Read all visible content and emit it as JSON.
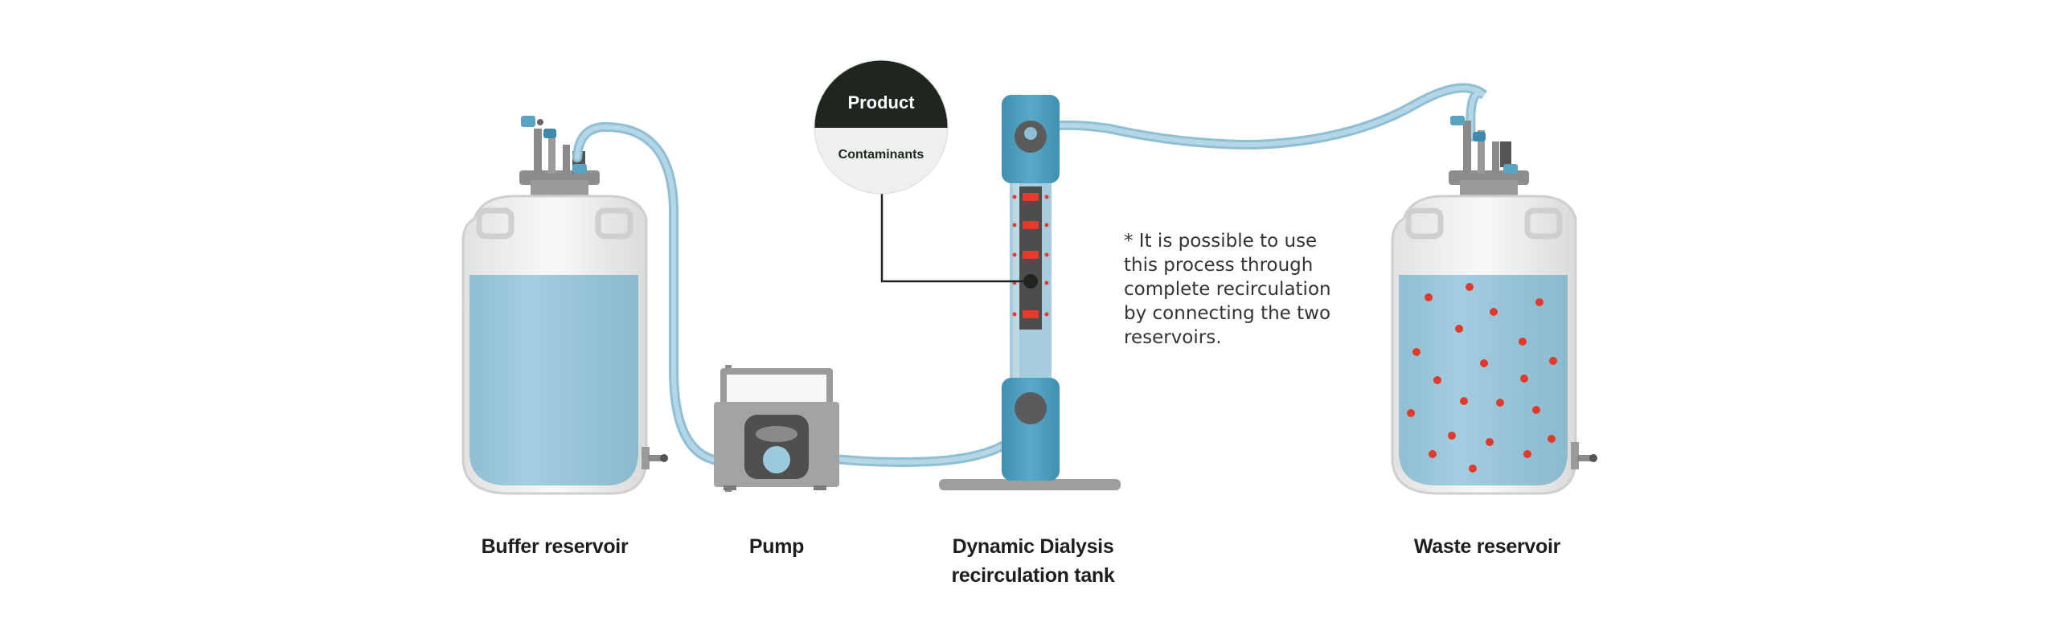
{
  "callout": {
    "product": "Product",
    "contaminants": "Contaminants"
  },
  "note": {
    "lines": [
      "* It is possible to use",
      "this process through",
      "complete recirculation",
      "by connecting the two",
      "reservoirs."
    ]
  },
  "labels": {
    "buffer_reservoir": "Buffer reservoir",
    "pump": "Pump",
    "tank_line1": "Dynamic Dialysis",
    "tank_line2": "recirculation tank",
    "waste_reservoir": "Waste reservoir"
  },
  "colors": {
    "liquid": "#9dc9dc",
    "tube": "#a9cfe0",
    "teal_cap": "#4b9bbb",
    "contaminant_dot": "#e8392b",
    "callout_dark": "#1f2620",
    "callout_light": "#eef0ed"
  }
}
